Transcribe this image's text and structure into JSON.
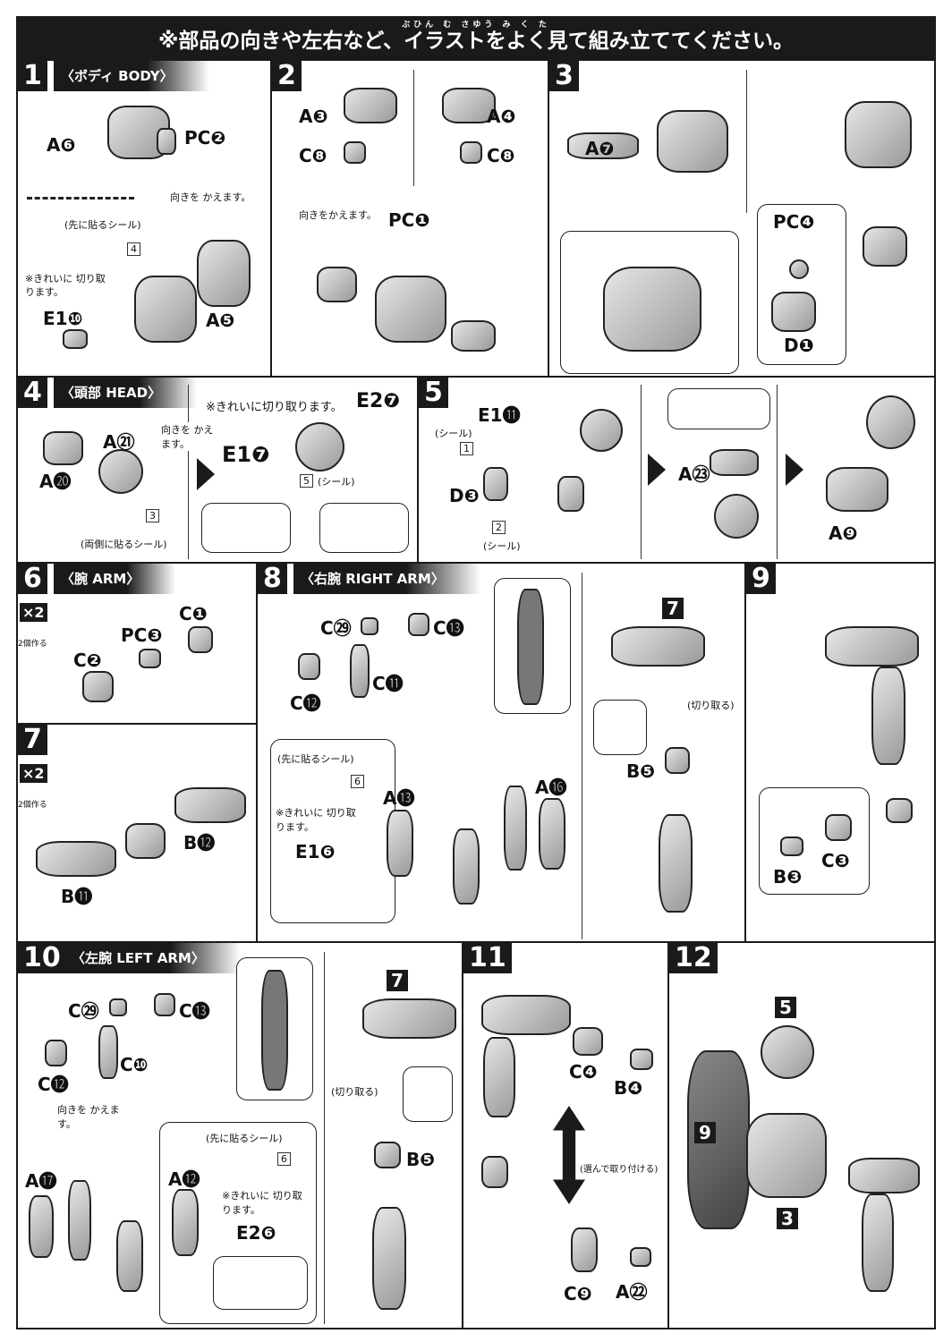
{
  "header": {
    "title": "※部品の向きや左右など、イラストをよく見て組み立ててください。",
    "ruby": "ぶひん む さゆう み く た"
  },
  "steps": [
    {
      "num": "1",
      "title": "〈ボディ BODY〉",
      "labels": [
        "A❻",
        "PC❷",
        "A❺",
        "E1❿"
      ],
      "notes": [
        "向きを かえます。",
        "(先に貼るシール)",
        "4",
        "※きれいに 切り取ります。"
      ]
    },
    {
      "num": "2",
      "labels": [
        "A❸",
        "C❽",
        "A❹",
        "C❽",
        "PC❶"
      ],
      "notes": [
        "向きをかえます。"
      ]
    },
    {
      "num": "3",
      "labels": [
        "A❼",
        "PC❹",
        "D❶"
      ]
    },
    {
      "num": "4",
      "title": "〈頭部 HEAD〉",
      "labels": [
        "A㉑",
        "A⓴",
        "E1❼",
        "E2❼"
      ],
      "notes": [
        "向きを かえます。",
        "※きれいに切り取ります。",
        "5",
        "(シール)",
        "3",
        "(両側に貼るシール)"
      ]
    },
    {
      "num": "5",
      "labels": [
        "E1⓫",
        "D❸",
        "A㉓",
        "A❾"
      ],
      "notes": [
        "(シール)",
        "1",
        "2",
        "(シール)"
      ]
    },
    {
      "num": "6",
      "title": "〈腕 ARM〉",
      "x2": "×2",
      "make": "2個作る",
      "labels": [
        "C❶",
        "PC❸",
        "C❷"
      ]
    },
    {
      "num": "7",
      "x2": "×2",
      "make": "2個作る",
      "labels": [
        "B⓬",
        "B⓫"
      ]
    },
    {
      "num": "8",
      "title": "〈右腕 RIGHT ARM〉",
      "labels": [
        "C㉙",
        "C⓭",
        "C⓬",
        "C⓫",
        "A⓭",
        "A⓰",
        "E1❻",
        "B❺",
        "7"
      ],
      "notes": [
        "(先に貼るシール)",
        "6",
        "※きれいに 切り取ります。",
        "(切り取る)"
      ]
    },
    {
      "num": "9",
      "labels": [
        "B❸",
        "C❸"
      ]
    },
    {
      "num": "10",
      "title": "〈左腕 LEFT ARM〉",
      "labels": [
        "C㉙",
        "C⓭",
        "C⓬",
        "C❿",
        "A⓱",
        "A⓬",
        "E2❻",
        "B❺",
        "7"
      ],
      "notes": [
        "向きを かえます。",
        "(先に貼るシール)",
        "6",
        "※きれいに 切り取ります。",
        "(切り取る)"
      ]
    },
    {
      "num": "11",
      "labels": [
        "C❹",
        "B❹",
        "C❾",
        "A㉒"
      ],
      "notes": [
        "(選んで取り付ける)"
      ]
    },
    {
      "num": "12",
      "labels": [
        "5",
        "9",
        "3"
      ]
    }
  ]
}
